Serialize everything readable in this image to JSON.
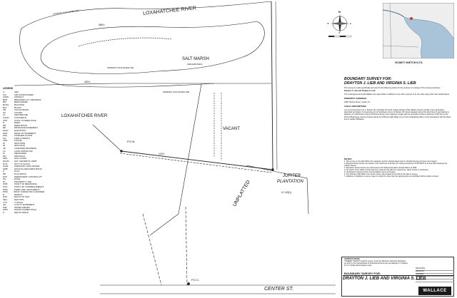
{
  "drawing": {
    "river_top": "LOXAHATCHEE RIVER",
    "river_left": "LOXAHATCHEE RIVER",
    "salt_marsh": "SALT MARSH",
    "salt_marsh_sub": "(MANGROVES)",
    "unplatted": "UNPLATTED",
    "vacant": "VACANT",
    "jupiter": "JUPITER",
    "plantation": "PLANTATION",
    "pob": "P.O.B.",
    "poc": "P.O.C.",
    "center_st": "CENTER  ST.",
    "north_letter": "N",
    "east_letter": "E",
    "south_letter": "S",
    "west_letter": "W",
    "ohw_top": "ORDINARY HIGH WATER LINE",
    "ohw_mid": "ORDINARY HIGH WATER LINE",
    "ohw_mid2": "ORDINARY HIGH WATER LINE",
    "brgs_1": "486'±",
    "brgs_2": "400'±",
    "brgs_3": "124'±",
    "brgs_4": "47.42(D)",
    "vicinity": "VICINITY SKETCH N.T.S."
  },
  "legend": {
    "title": "LEGEND",
    "items": [
      [
        "A",
        "ARC"
      ],
      [
        "A/C",
        "AIR CONDITIONER"
      ],
      [
        "ASPH",
        "ASPHALT"
      ],
      [
        "BCR",
        "BROWARD CO. RECORDS"
      ],
      [
        "BM",
        "BENCHMARK"
      ],
      [
        "BLDG",
        "BUILDING"
      ],
      [
        "BLK",
        "BLOCK"
      ],
      [
        "CB",
        "CATCH BASIN"
      ],
      [
        "CH",
        "CHORD"
      ],
      [
        "CL",
        "CENTERLINE"
      ],
      [
        "CONC",
        "CONCRETE"
      ],
      [
        "CPP",
        "CONC. POWER POLE"
      ],
      [
        "D",
        "DEED"
      ],
      [
        "DB",
        "DEED BOOK"
      ],
      [
        "DE",
        "DRAINAGE EASEMENT"
      ],
      [
        "ELEV",
        "ELEVATION"
      ],
      [
        "EOP",
        "EDGE OF PAVEMENT"
      ],
      [
        "FFE",
        "FINISHED FLOOR"
      ],
      [
        "FH",
        "FIRE HYDRANT"
      ],
      [
        "FND",
        "FOUND"
      ],
      [
        "IP",
        "IRON PIPE"
      ],
      [
        "IR",
        "IRON ROD"
      ],
      [
        "LB",
        "LICENSED BUSINESS"
      ],
      [
        "LS",
        "LAND SURVEYOR"
      ],
      [
        "M",
        "MEASURED"
      ],
      [
        "MH",
        "MANHOLE"
      ],
      [
        "N&D",
        "NAIL & DISK"
      ],
      [
        "NGVD",
        "NAT. GEODETIC VERT."
      ],
      [
        "NTS",
        "NOT TO SCALE"
      ],
      [
        "OHW",
        "ORDINARY HIGH WATER"
      ],
      [
        "ORB",
        "OFFICIAL RECORDS BOOK"
      ],
      [
        "P",
        "PLAT"
      ],
      [
        "PB",
        "PLAT BOOK"
      ],
      [
        "PCP",
        "PERMANENT CONTROL PT"
      ],
      [
        "PG",
        "PAGE"
      ],
      [
        "PL",
        "PROPERTY LINE"
      ],
      [
        "POB",
        "POINT OF BEGINNING"
      ],
      [
        "POC",
        "POINT OF COMMENCEMENT"
      ],
      [
        "PRM",
        "PERM. REF. MONUMENT"
      ],
      [
        "PSM",
        "PROF. SURVEYOR & MAPPER"
      ],
      [
        "R",
        "RADIUS"
      ],
      [
        "R/W",
        "RIGHT OF WAY"
      ],
      [
        "SEC",
        "SECTION"
      ],
      [
        "TYP",
        "TYPICAL"
      ],
      [
        "UE",
        "UTILITY EASEMENT"
      ],
      [
        "WM",
        "WATER METER"
      ],
      [
        "WPP",
        "WOOD POWER POLE"
      ],
      [
        "Δ",
        "DELTA ANGLE"
      ]
    ]
  },
  "title_block": {
    "heading1": "BOUNDARY SURVEY FOR:",
    "heading2": "DRAYTON J. LIEB AND VIRGINIA S. LIEB",
    "intro": "This survey is made specifically and only for the following parties for the purpose of a design of the surveyed property.",
    "parties": "Drayton J. Lieb and Virginia S. Lieb",
    "disclaimer": "The undersigned and said Wallace are responsible or liability for any other purpose or to any other party other than stated above.",
    "prop_addr_h": "PROPERTY ADDRESS:",
    "prop_addr": "2285 Thelma Street, Jupiter, FL",
    "legal_h": "LEGAL DESCRIPTION:",
    "legal": "Lot 4 of Government Lot 1, Section 36, Township 40 South, Range 42 East, Palm Beach County, Florida; more particularly described as follows: Commencing at the Southwest corner of Section 36; thence Easterly along the South line of said Section a distance of 1,300.00 feet; thence Northerly along a line making an angle with the preceding course a distance of 400 feet to the Point of Beginning; thence continue along the Ordinary High Water Line of the Loxahatchee River to the intersection with the West line of Jupiter Plantation.",
    "notes_h": "NOTES:",
    "notes": [
      "1. This survey is not valid without the signature and the original raised seal of a Florida licensed surveyor and mapper.",
      "2. Bearings shown hereon are based on the South line of Section 36, having a bearing of N 89°45'00\" E, and all other bearings are relative thereto.",
      "3. Elevations shown hereon are referenced to the National Geodetic Vertical Datum of 1929.",
      "4. No search of the public records has been made by this office for easements, rights-of-way or restrictions.",
      "5. Underground improvements and foundations were not located.",
      "6. The Ordinary High Water Line shown hereon was located in the field on the date of survey.",
      "7. Additions or deletions to survey maps or reports by other than the signing party are prohibited without written consent."
    ],
    "cert_h": "CERTIFICATION:",
    "cert": "I HEREBY CERTIFY that this survey meets the Minimum Technical Standards set forth by the Florida Board of Professional Surveyors and Mappers in Chapter 5J-17, Florida Administrative Code.",
    "bottom_title": "DRAYTON J. LIEB AND VIRGINIA S. LIEB",
    "bottom_heading": "BOUNDARY SURVEY FOR:",
    "firm": "WALLACE",
    "rev": [
      "FIELD DATE",
      "DRAWN BY",
      "CHECKED",
      "JOB NO.",
      "SHEET 1 OF 1"
    ]
  }
}
